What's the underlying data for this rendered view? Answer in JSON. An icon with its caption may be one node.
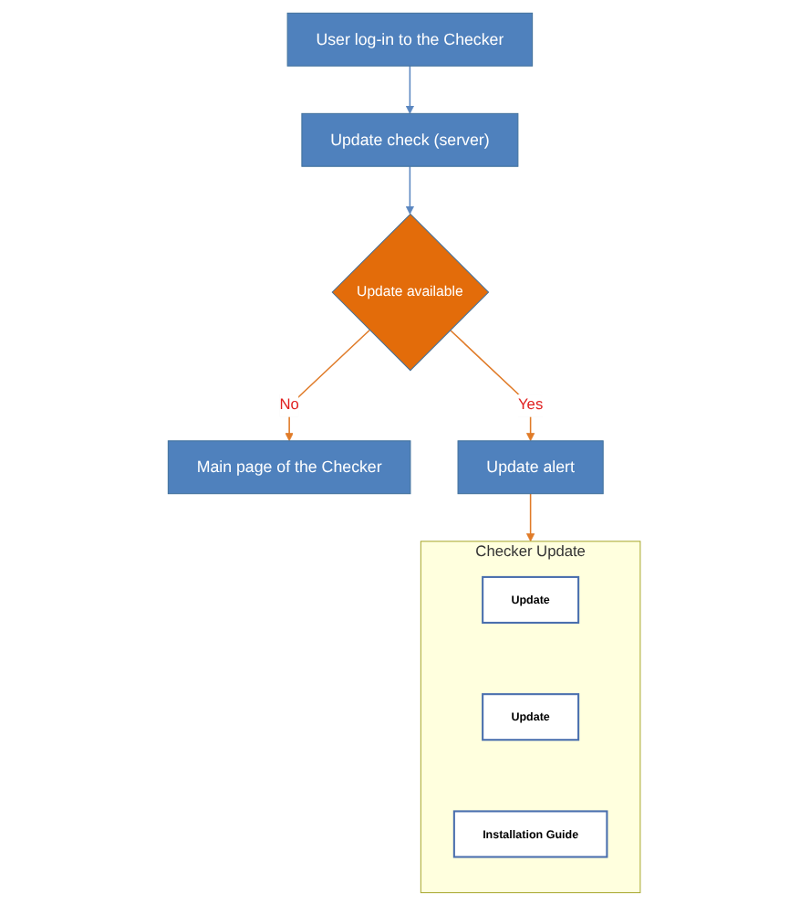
{
  "diagram": {
    "nodes": [
      {
        "text": [
          "User log-in to the Checker"
        ]
      },
      {
        "text": [
          "Update check (server)"
        ]
      },
      {
        "text": [
          "Update available"
        ]
      },
      {
        "text": [
          "Main page of the Checker"
        ]
      },
      {
        "text": [
          "Update alert"
        ]
      },
      {
        "text": [
          "Checker Update"
        ]
      },
      {
        "text": [
          "Update"
        ],
        "in": 5
      },
      {
        "text": [
          "Update"
        ],
        "in": 5
      },
      {
        "text": [
          "Installation Guide"
        ],
        "in": 5
      }
    ],
    "edges": [
      {
        "from": 0,
        "to": 1,
        "arrow": "to",
        "color": "#5b87c0"
      },
      {
        "from": 1,
        "to": 2,
        "arrow": "to",
        "color": "#5b87c0"
      },
      {
        "from": 2,
        "to": 3,
        "label": "No",
        "arrow": "to"
      },
      {
        "from": 2,
        "to": 4,
        "label": "Yes",
        "arrow": "to"
      },
      {
        "from": 4,
        "to": 5,
        "arrow": "to"
      }
    ]
  }
}
